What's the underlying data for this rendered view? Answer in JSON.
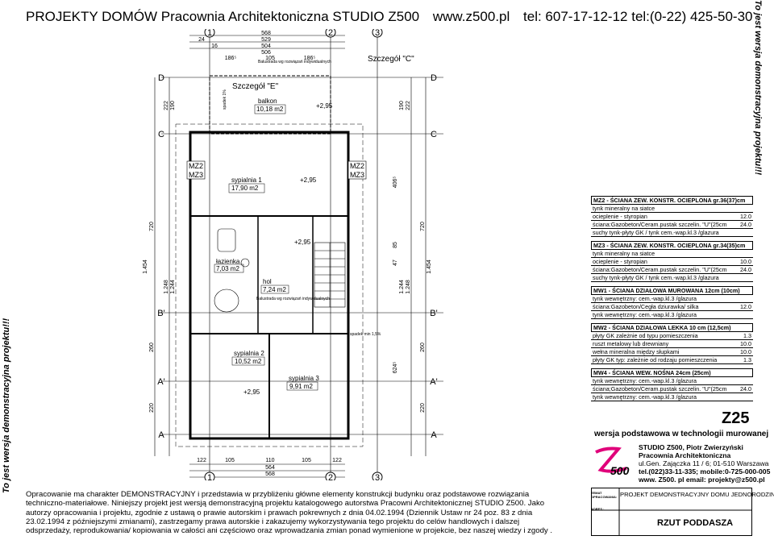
{
  "header": {
    "title": "PROJEKTY DOMÓW Pracownia Architektoniczna STUDIO Z500",
    "website": "www.z500.pl",
    "phones": "tel: 607-17-12-12 tel:(0-22) 425-50-30"
  },
  "watermark": "To jest wersja demonstracyjna projektu!!!",
  "watermark_right": "To jest wersja demonstracyjna projektu!!!",
  "plan": {
    "axes_top": [
      "1",
      "2",
      "3"
    ],
    "axes_side": [
      "D",
      "C",
      "B'",
      "A'",
      "A"
    ],
    "rooms": [
      {
        "name": "balkon",
        "area": "10,18 m2"
      },
      {
        "name": "sypialnia 1",
        "area": "17,90 m2"
      },
      {
        "name": "łazienka",
        "area": "7,03 m2"
      },
      {
        "name": "hol",
        "area": "7,24 m2"
      },
      {
        "name": "sypialnia 2",
        "area": "10,52 m2"
      },
      {
        "name": "sypialnia 3",
        "area": "9,91 m2"
      }
    ],
    "levels": [
      "+2,95",
      "+2,95",
      "+2,95",
      "+2,95"
    ],
    "details": [
      "Szczegół \"E\"",
      "Szczegół \"C\""
    ],
    "wall_tags": [
      "MZ2",
      "MZ3"
    ],
    "notes": [
      "Balustrada wg rozwiązań indywidualnych",
      "Balustrada wg rozwiązań indywidualnych",
      "spadek 1%",
      "spadek min 1,5%"
    ],
    "dims_top": [
      "568",
      "529",
      "504",
      "506",
      "24",
      "16",
      "186⁵",
      "105",
      "186⁵"
    ],
    "dims_bottom": [
      "122",
      "105",
      "110",
      "105",
      "122",
      "564",
      "568"
    ],
    "dims_left": [
      "720",
      "260",
      "220",
      "1.454",
      "1.248",
      "1.244",
      "222",
      "190"
    ],
    "dims_right": [
      "720",
      "260",
      "220",
      "1.454",
      "1.248",
      "1.244",
      "222",
      "190",
      "406⁵",
      "85",
      "47",
      "624⁵"
    ]
  },
  "legend": [
    {
      "title": "MZ2 - ŚCIANA ZEW. KONSTR. OCIEPLONA gr.36(37)cm",
      "lines": [
        {
          "text": "tynk mineralny na siatce",
          "value": ""
        },
        {
          "text": "ocieplenie - styropian",
          "value": "12.0"
        },
        {
          "text": "ściana:Gazobeton/Ceram.pustak szczelin. \"U\"(25cm",
          "value": "24.0"
        },
        {
          "text": "suchy tynk-płyty GK / tynk cem.-wap.kl.3 /glazura",
          "value": ""
        }
      ]
    },
    {
      "title": "MZ3 - ŚCIANA ZEW. KONSTR. OCIEPLONA gr.34(35)cm",
      "lines": [
        {
          "text": "tynk mineralny na siatce",
          "value": ""
        },
        {
          "text": "ocieplenie - styropian",
          "value": "10.0"
        },
        {
          "text": "ściana:Gazobeton/Ceram.pustak szczelin. \"U\"(25cm",
          "value": "24.0"
        },
        {
          "text": "suchy tynk-płyty GK / tynk cem.-wap.kl.3 /glazura",
          "value": ""
        }
      ]
    },
    {
      "title": "MW1 - ŚCIANA DZIAŁOWA MUROWANA 12cm (10cm)",
      "lines": [
        {
          "text": "tynk wewnętrzny: cem.-wap.kl.3 /glazura",
          "value": ""
        },
        {
          "text": "ściana:Gazobeton/Cegła dziurawka/ silka",
          "value": "12.0"
        },
        {
          "text": "tynk wewnętrzny: cem.-wap.kl.3 /glazura",
          "value": ""
        }
      ]
    },
    {
      "title": "MW2 - ŚCIANA DZIAŁOWA LEKKA 10 cm (12,5cm)",
      "lines": [
        {
          "text": "płyty GK zależnie od typu pomieszczenia",
          "value": "1.3"
        },
        {
          "text": "ruszt metalowy lub drewniany",
          "value": "10.0"
        },
        {
          "text": "wełna mineralna między słupkami",
          "value": "10.0"
        },
        {
          "text": "płyty GK typ: zależnie od rodzaju pomieszczenia",
          "value": "1.3"
        }
      ]
    },
    {
      "title": "MW4 - ŚCIANA WEW. NOŚNA 24cm (25cm)",
      "lines": [
        {
          "text": "tynk wewnętrzny: cem.-wap.kl.3 /glazura",
          "value": ""
        },
        {
          "text": "ściana;Gazobeton/Ceram.pustak szczelin. \"U\"(25cm",
          "value": "24.0"
        },
        {
          "text": "tynk wewnętrzny: cem.-wap.kl.3 /glazura",
          "value": ""
        }
      ]
    }
  ],
  "project_code": "Z25",
  "version_note": "wersja podstawowa w technologii murowanej",
  "studio": {
    "logo_text": "Z500",
    "name": "STUDIO Z500, Piotr Zwierzyński",
    "subtitle": "Pracownia Architektoniczna",
    "address": "ul.Gen. Zajączka 11 / 6; 01-510 Warszawa",
    "phone": "tel.(022)33-11-335; mobile:0-725-000-005",
    "web": "www. Z500. pl   email: projekty@z500.pl"
  },
  "description": "Opracowanie ma charakter DEMONSTRACYJNY i przedstawia w przybliżeniu główne elementy konstrukcji budynku oraz podstawowe rozwiązania techniczno-materiałowe. Niniejszy projekt jest wersją demonstracyjną projektu katalogowego autorstwa Pracowni Architektonicznej STUDIO Z500. Jako autorzy opracowania i projektu, zgodnie z ustawą o prawie autorskim i prawach pokrewnych z dnia 04.02.1994 (Dziennik Ustaw nr 24 poz. 83 z dnia 23.02.1994 z późniejszymi zmianami), zastrzegamy prawa autorskie i zakazujemy wykorzystywania tego projektu do celów handlowych i dalszej odsprzedaży, reprodukowania/ kopiowania w całości ani częściowo oraz wprowadzania zmian ponad wymienione w projekcie, bez naszej wiedzy i zgody .",
  "titleblock": {
    "label_temat": "TEMAT OPRACOWANIA:",
    "label_adres": "ADRES :",
    "temat": "PROJEKT DEMONSTRACYJNY DOMU JEDNORODZINNEGO",
    "drawing": "RZUT PODDASZA"
  }
}
